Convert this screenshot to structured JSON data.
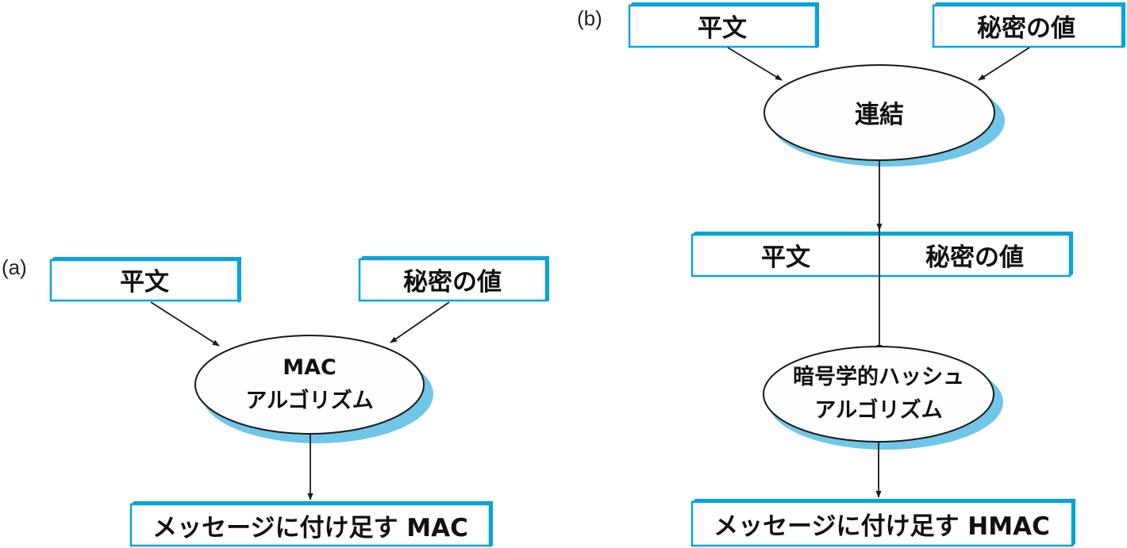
{
  "colors": {
    "box_border": "#0aa3d9",
    "shadow": "#6fc6e6",
    "line": "#1a1a1a",
    "fill": "#fefefe"
  },
  "panel_a": {
    "label": "(a)",
    "input_plaintext": "平文",
    "input_secret": "秘密の値",
    "algorithm_line1": "MAC",
    "algorithm_line2": "アルゴリズム",
    "output": "メッセージに付け足す MAC"
  },
  "panel_b": {
    "label": "(b)",
    "input_plaintext": "平文",
    "input_secret": "秘密の値",
    "concat": "連結",
    "concat_plaintext": "平文",
    "concat_secret": "秘密の値",
    "hash_line1": "暗号学的ハッシュ",
    "hash_line2": "アルゴリズム",
    "output": "メッセージに付け足す HMAC"
  }
}
